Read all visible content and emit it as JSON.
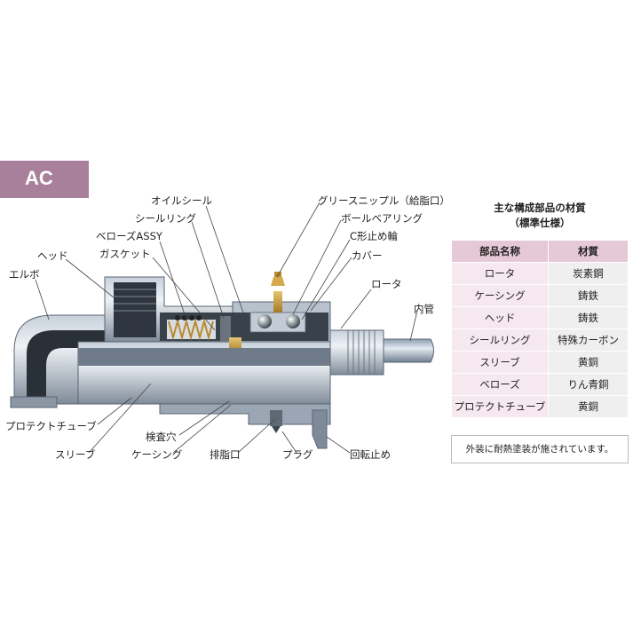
{
  "badge": "AC",
  "labels": {
    "oil_seal": "オイルシール",
    "seal_ring": "シールリング",
    "bellows_assy": "ベローズASSY",
    "gasket": "ガスケット",
    "head": "ヘッド",
    "elbow": "エルボ",
    "grease_nipple": "グリースニップル（給脂口）",
    "ball_bearing": "ボールベアリング",
    "c_ring": "C形止め輪",
    "cover": "カバー",
    "rotor": "ロータ",
    "inner_pipe": "内管",
    "protect_tube": "プロテクトチューブ",
    "inspection_hole": "検査穴",
    "sleeve": "スリーブ",
    "casing": "ケーシング",
    "drain": "排脂口",
    "plug": "プラグ",
    "anti_rotation": "回転止め"
  },
  "table": {
    "title_line1": "主な構成部品の材質",
    "title_line2": "（標準仕様）",
    "header_name": "部品名称",
    "header_material": "材質",
    "rows": [
      {
        "name": "ロータ",
        "material": "炭素鋼"
      },
      {
        "name": "ケーシング",
        "material": "鋳鉄"
      },
      {
        "name": "ヘッド",
        "material": "鋳鉄"
      },
      {
        "name": "シールリング",
        "material": "特殊カーボン"
      },
      {
        "name": "スリーブ",
        "material": "黄銅"
      },
      {
        "name": "ベローズ",
        "material": "りん青銅"
      },
      {
        "name": "プロテクトチューブ",
        "material": "黄銅"
      }
    ]
  },
  "note": "外装に耐熱塗装が施されています。",
  "colors": {
    "badge": "#a9809b",
    "table_header": "#e6c9d6",
    "table_name_cell": "#f5e8ef",
    "table_value_cell": "#efefef",
    "casing_gray": "#a7b2bf",
    "brass": "#c9a24a"
  }
}
